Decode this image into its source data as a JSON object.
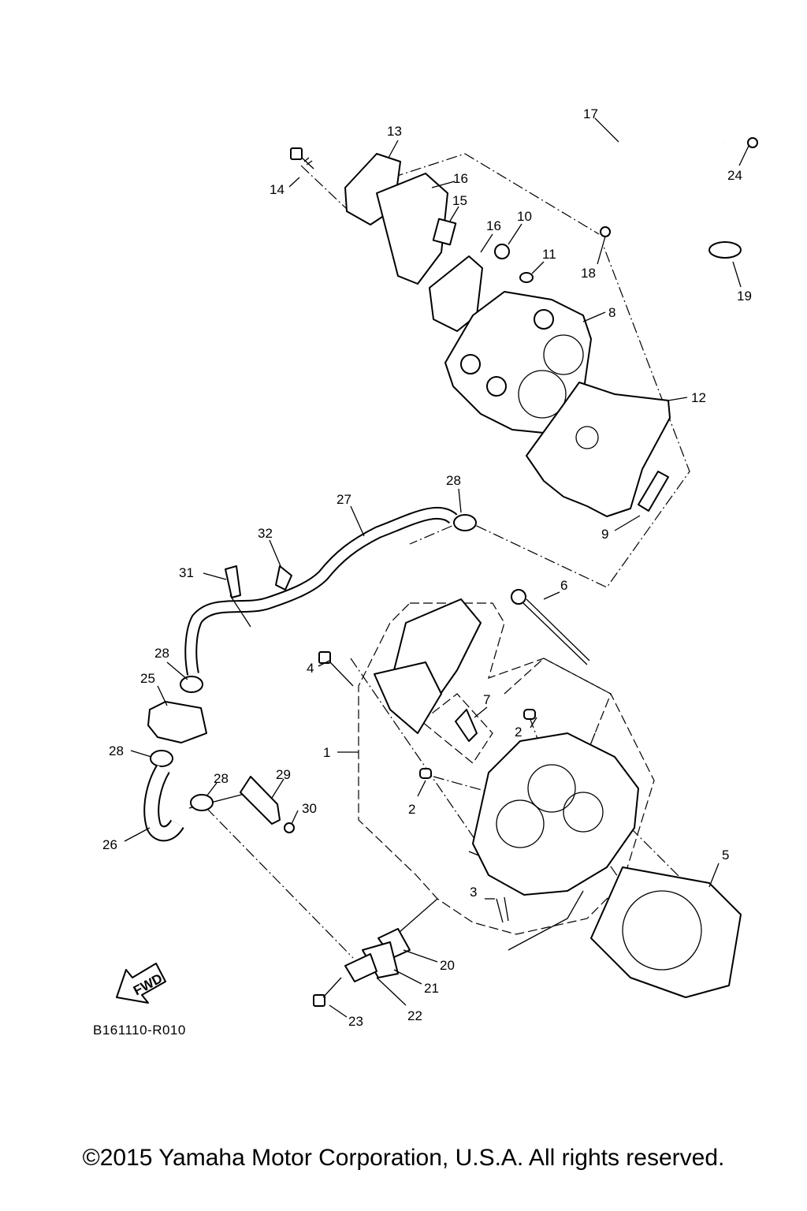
{
  "diagram": {
    "drawing_code": "B161110-R010",
    "fwd_label": "FWD",
    "copyright": "©2015 Yamaha Motor Corporation, U.S.A. All rights reserved.",
    "callouts": [
      "1",
      "2",
      "2",
      "3",
      "4",
      "5",
      "6",
      "7",
      "8",
      "9",
      "10",
      "11",
      "12",
      "13",
      "14",
      "15",
      "16",
      "16",
      "17",
      "18",
      "19",
      "20",
      "21",
      "22",
      "23",
      "24",
      "25",
      "26",
      "27",
      "28",
      "28",
      "28",
      "28",
      "29",
      "30",
      "31",
      "32"
    ]
  }
}
